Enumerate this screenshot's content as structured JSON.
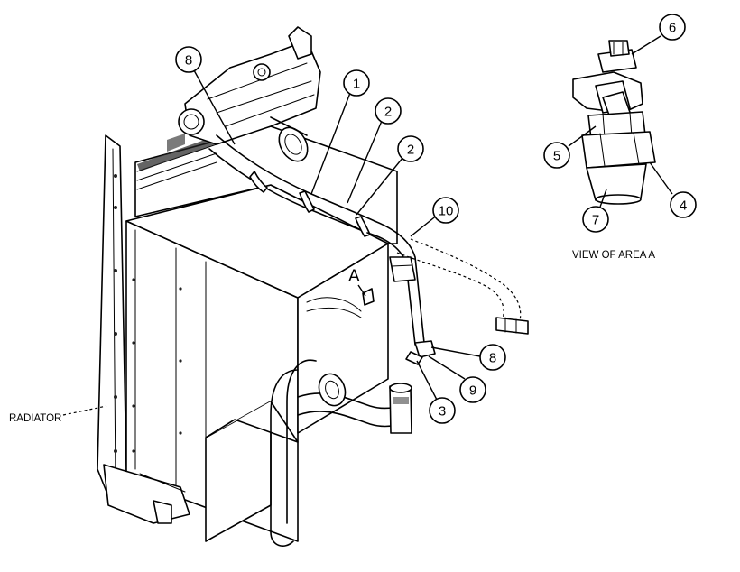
{
  "labels": {
    "radiator": "RADIATOR",
    "view_title": "VIEW OF AREA A",
    "area_marker": "A"
  },
  "callouts": [
    {
      "id": "c8-top",
      "num": "8"
    },
    {
      "id": "c1",
      "num": "1"
    },
    {
      "id": "c2-a",
      "num": "2"
    },
    {
      "id": "c2-b",
      "num": "2"
    },
    {
      "id": "c10",
      "num": "10"
    },
    {
      "id": "c8-right",
      "num": "8"
    },
    {
      "id": "c9",
      "num": "9"
    },
    {
      "id": "c3",
      "num": "3"
    },
    {
      "id": "c6",
      "num": "6"
    },
    {
      "id": "c5",
      "num": "5"
    },
    {
      "id": "c4",
      "num": "4"
    },
    {
      "id": "c7",
      "num": "7"
    }
  ]
}
